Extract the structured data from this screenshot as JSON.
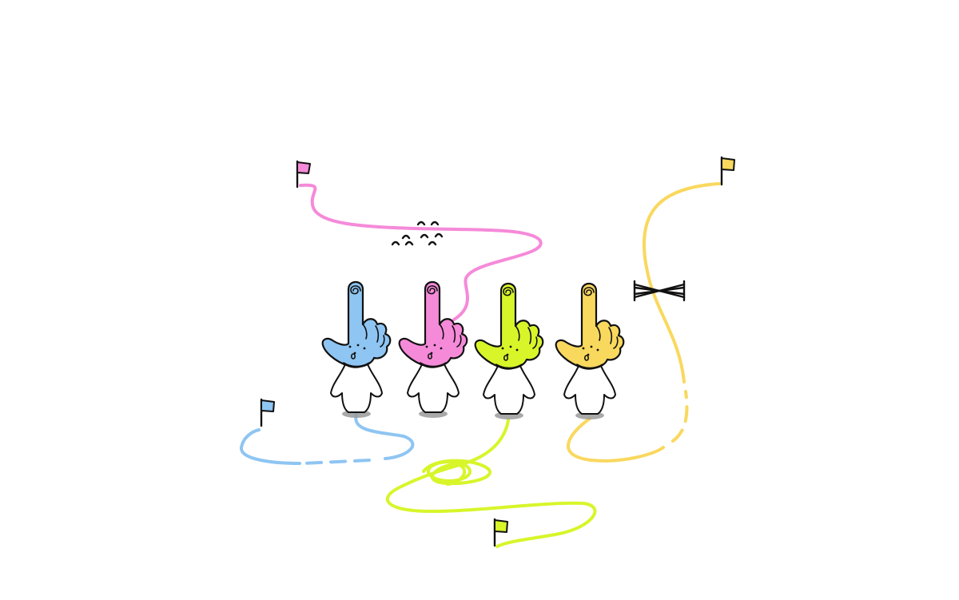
{
  "scene": {
    "description_free": true,
    "colors": {
      "blue": "#8ec5f2",
      "pink": "#f58ad9",
      "lime": "#d8f52a",
      "yellow": "#f9d85e",
      "ink": "#111111",
      "shadow": "#9a9a9a",
      "background": "#ffffff"
    },
    "characters": [
      {
        "id": "blue",
        "color_key": "blue"
      },
      {
        "id": "pink",
        "color_key": "pink"
      },
      {
        "id": "lime",
        "color_key": "lime"
      },
      {
        "id": "yellow",
        "color_key": "yellow"
      }
    ],
    "icons": [
      "flag-icon",
      "birds-icon",
      "fence-barrier-icon",
      "knot-icon"
    ]
  }
}
